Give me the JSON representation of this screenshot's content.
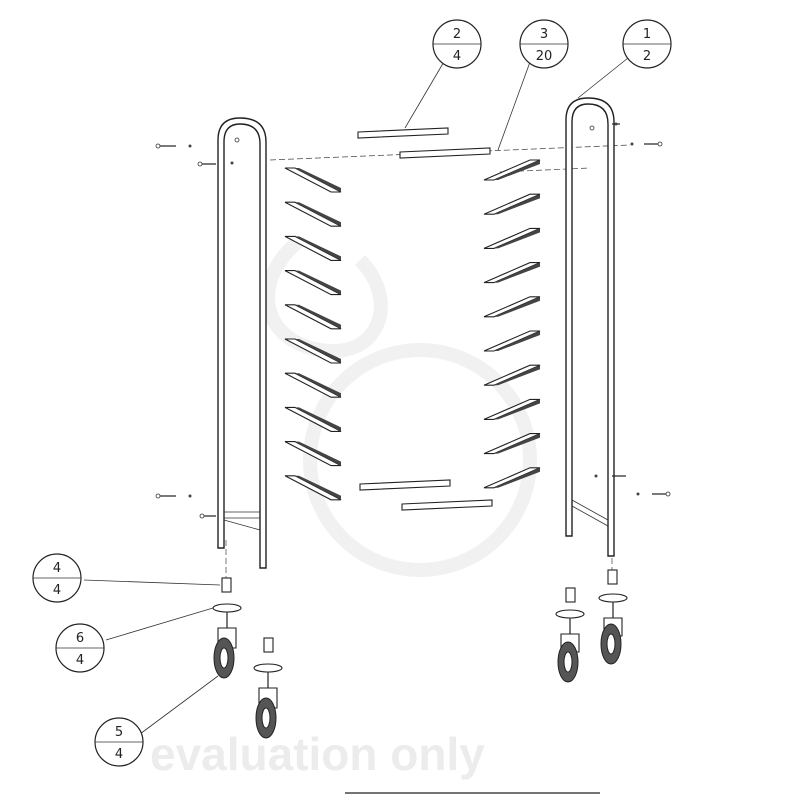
{
  "callouts": [
    {
      "id": "callout-1",
      "top": "1",
      "bottom": "2"
    },
    {
      "id": "callout-2",
      "top": "2",
      "bottom": "4"
    },
    {
      "id": "callout-3",
      "top": "3",
      "bottom": "20"
    },
    {
      "id": "callout-4",
      "top": "4",
      "bottom": "4"
    },
    {
      "id": "callout-5",
      "top": "5",
      "bottom": "4"
    },
    {
      "id": "callout-6",
      "top": "6",
      "bottom": "4"
    }
  ],
  "watermark": {
    "text": "evaluation only"
  },
  "colors": {
    "line": "#222222",
    "watermark": "#ececec"
  }
}
